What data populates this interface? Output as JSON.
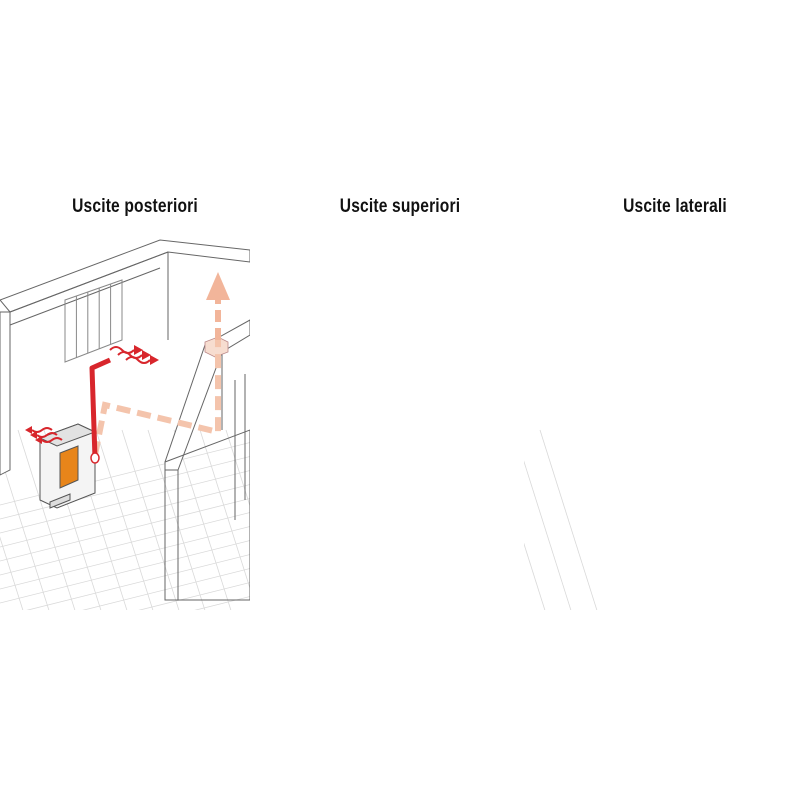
{
  "panels": [
    {
      "title": "Uscite posteriori",
      "outlet": "rear"
    },
    {
      "title": "Uscite superiori",
      "outlet": "top"
    },
    {
      "title": "Uscite laterali",
      "outlet": "side"
    }
  ],
  "colors": {
    "hot_air": "#d8262c",
    "flue_duct": "#f4c4ac",
    "flue_arrow": "#f2b59a",
    "stove_window": "#e8851a",
    "walls": "#666666",
    "floor_grid": "#d9d9d9"
  }
}
